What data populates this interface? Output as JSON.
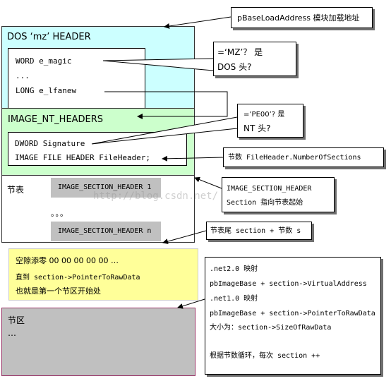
{
  "dos_header": {
    "title": "DOS  ‘mz’ HEADER",
    "fields": [
      "WORD e_magic",
      "...",
      "LONG e_lfanew"
    ]
  },
  "nt_headers": {
    "title": "IMAGE_NT_HEADERS",
    "fields": [
      "DWORD Signature",
      "IMAGE FILE HEADER FileHeader;"
    ]
  },
  "section_table": {
    "title": "节表",
    "first_header": "IMAGE_SECTION_HEADER 1",
    "ellipsis": "。。。",
    "last_header": "IMAGE_SECTION_HEADER n"
  },
  "padding_box": {
    "line1": "空隙添零  00 00 00 00 00 …",
    "line2": "直到 section->PointerToRawData",
    "line3": "也就是第一个节区开始处"
  },
  "section_area": {
    "title": "节区",
    "ellipsis": "…"
  },
  "callouts": {
    "base_load_address": "pBaseLoadAddress 模块加载地址",
    "mz_question_1": "=‘MZ’？ 是",
    "mz_question_2": "DOS 头?",
    "pe_question_1": "=’PE00’? 是",
    "pe_question_2": "NT 头?",
    "num_sections": "节数 FileHeader.NumberOfSections",
    "section_header_1": "IMAGE_SECTION_HEADER",
    "section_header_2": "Section 指向节表起始",
    "table_end": "节表尾 section + 节数 s",
    "mapping": [
      ".net2.0 映射",
      "pbImageBase + section->VirtualAddress",
      ".net1.0 映射",
      "pbImageBase + section->PointerToRawData",
      "大小为：section->SizeOfRawData",
      "",
      "根据节数循环，每次 section ++"
    ]
  },
  "watermark": "http://blog.csdn.net/",
  "colors": {
    "dos_header_bg": "#ccffff",
    "nt_headers_bg": "#ccffcc",
    "section_header_bg": "#c0c0c0",
    "padding_bg": "#ffff99",
    "section_area_bg": "#c0c0c0",
    "section_area_border": "#993366"
  }
}
